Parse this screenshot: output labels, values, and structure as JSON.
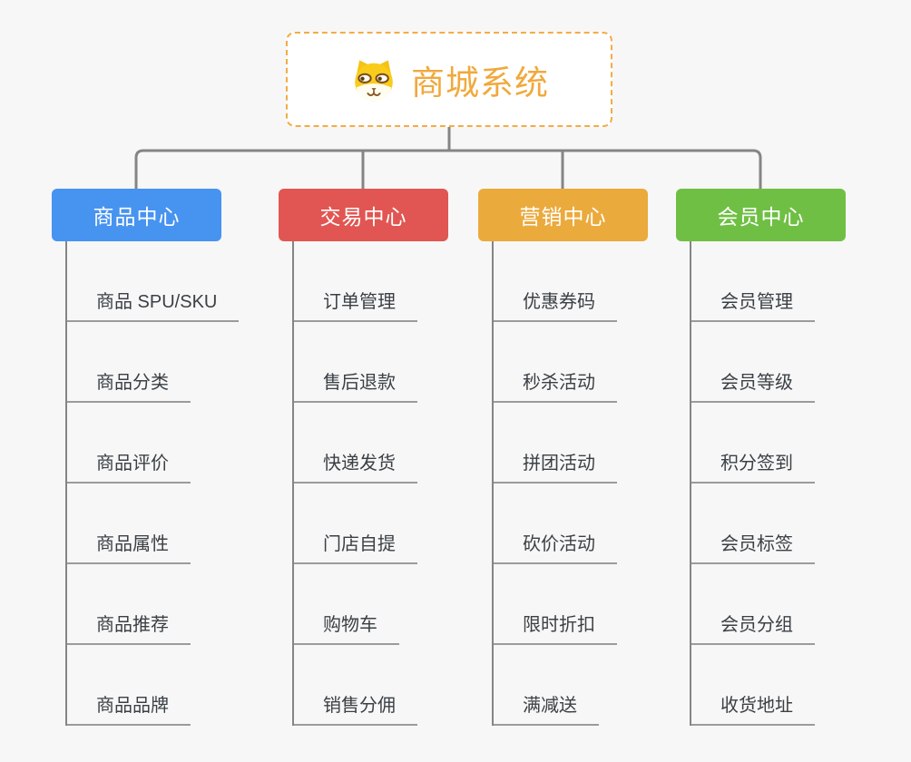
{
  "canvas": {
    "background": "#f7f7f7",
    "connector_color": "#858585",
    "underline_color": "#9b9b9b",
    "child_text_color": "#3b4045"
  },
  "root": {
    "title": "商城系统",
    "icon": "dog-face-icon",
    "background": "#ffffff",
    "border_color": "#f3ac45",
    "text_color": "#f0a93c"
  },
  "branches": [
    {
      "label": "商品中心",
      "color": "#4793f0",
      "children": [
        "商品 SPU/SKU",
        "商品分类",
        "商品评价",
        "商品属性",
        "商品推荐",
        "商品品牌"
      ]
    },
    {
      "label": "交易中心",
      "color": "#e15652",
      "children": [
        "订单管理",
        "售后退款",
        "快递发货",
        "门店自提",
        "购物车",
        "销售分佣"
      ]
    },
    {
      "label": "营销中心",
      "color": "#ebaa3c",
      "children": [
        "优惠券码",
        "秒杀活动",
        "拼团活动",
        "砍价活动",
        "限时折扣",
        "满减送"
      ]
    },
    {
      "label": "会员中心",
      "color": "#6fbf44",
      "children": [
        "会员管理",
        "会员等级",
        "积分签到",
        "会员标签",
        "会员分组",
        "收货地址"
      ]
    }
  ]
}
